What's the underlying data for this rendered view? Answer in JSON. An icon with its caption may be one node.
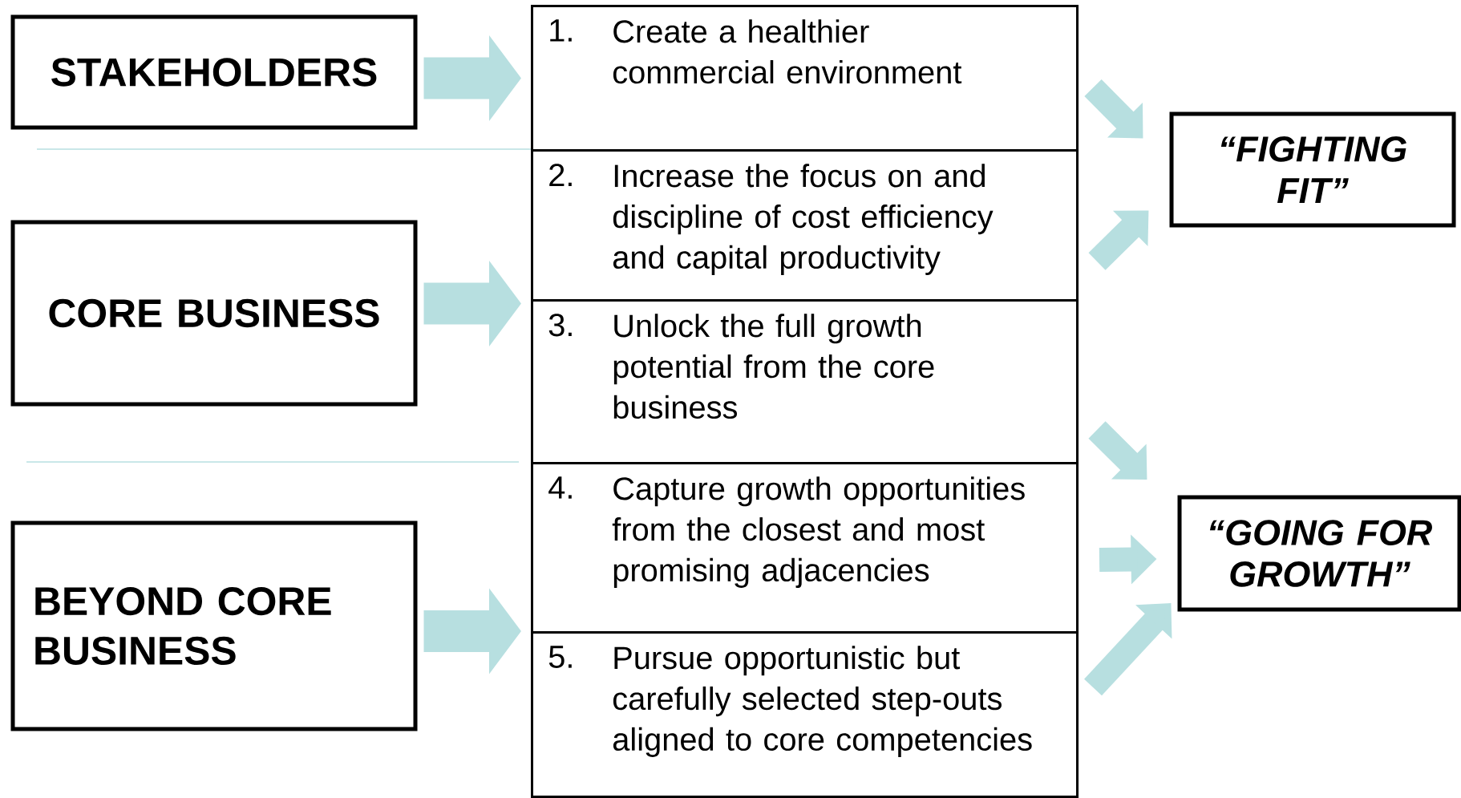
{
  "diagram": {
    "nodes": [
      {
        "text": [
          "STAKEHOLDERS"
        ]
      },
      {
        "text": [
          "CORE BUSINESS"
        ]
      },
      {
        "text": [
          "BEYOND CORE BUSINESS"
        ]
      },
      {
        "text": [
          "1.",
          "Create a healthier commercial environment"
        ]
      },
      {
        "text": [
          "2.",
          "Increase the focus on and discipline of cost efficiency and capital productivity"
        ]
      },
      {
        "text": [
          "3.",
          "Unlock the full growth potential from the core business"
        ]
      },
      {
        "text": [
          "4.",
          "Capture growth opportunities from the closest and most promising adjacencies"
        ]
      },
      {
        "text": [
          "5.",
          "Pursue opportunistic but carefully selected step-outs aligned to core competencies"
        ]
      },
      {
        "text": [
          "“FIGHTING FIT”"
        ]
      },
      {
        "text": [
          "“GOING FOR GROWTH”"
        ]
      }
    ],
    "edges": [
      {
        "from": 0,
        "to": 3,
        "arrow": "to"
      },
      {
        "from": 1,
        "to": 4,
        "arrow": "to"
      },
      {
        "from": 1,
        "to": 5,
        "arrow": "to"
      },
      {
        "from": 2,
        "to": 6,
        "arrow": "to"
      },
      {
        "from": 2,
        "to": 7,
        "arrow": "to"
      },
      {
        "from": 3,
        "to": 8,
        "arrow": "to"
      },
      {
        "from": 4,
        "to": 8,
        "arrow": "to"
      },
      {
        "from": 5,
        "to": 9,
        "arrow": "to"
      },
      {
        "from": 6,
        "to": 9,
        "arrow": "to"
      },
      {
        "from": 7,
        "to": 9,
        "arrow": "to"
      }
    ]
  }
}
